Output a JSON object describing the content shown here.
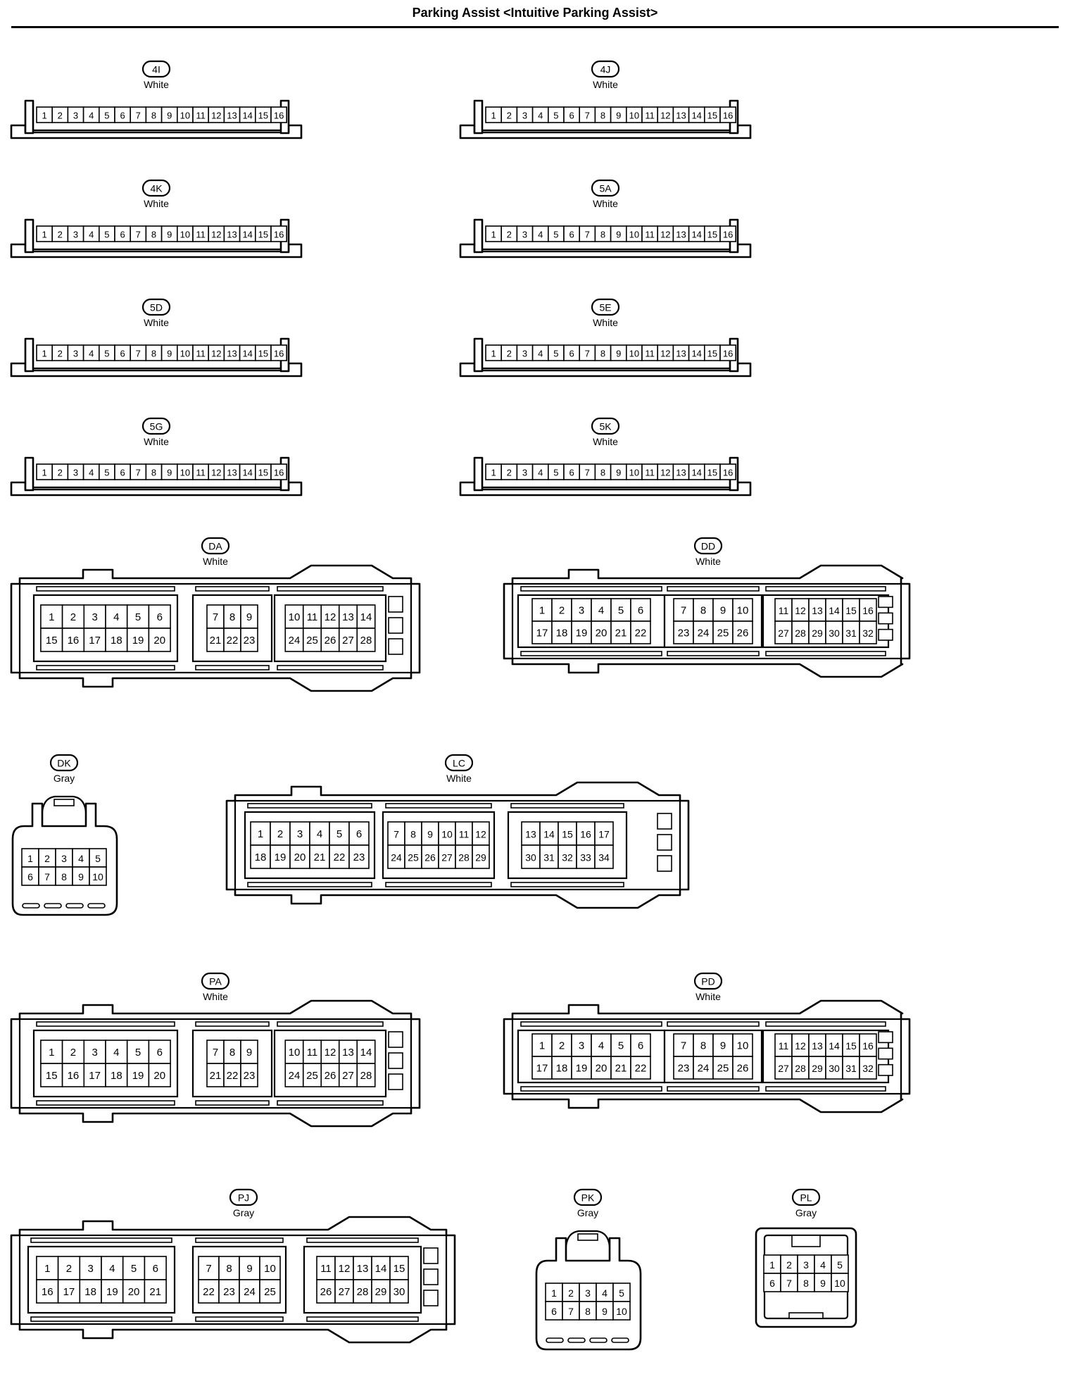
{
  "page": {
    "title": "Parking Assist <Intuitive Parking Assist>"
  },
  "connectors": [
    {
      "id": "4I",
      "color": "White",
      "pins": [
        "1",
        "2",
        "3",
        "4",
        "5",
        "6",
        "7",
        "8",
        "9",
        "10",
        "11",
        "12",
        "13",
        "14",
        "15",
        "16"
      ]
    },
    {
      "id": "4J",
      "color": "White",
      "pins": [
        "1",
        "2",
        "3",
        "4",
        "5",
        "6",
        "7",
        "8",
        "9",
        "10",
        "11",
        "12",
        "13",
        "14",
        "15",
        "16"
      ]
    },
    {
      "id": "4K",
      "color": "White",
      "pins": [
        "1",
        "2",
        "3",
        "4",
        "5",
        "6",
        "7",
        "8",
        "9",
        "10",
        "11",
        "12",
        "13",
        "14",
        "15",
        "16"
      ]
    },
    {
      "id": "5A",
      "color": "White",
      "pins": [
        "1",
        "2",
        "3",
        "4",
        "5",
        "6",
        "7",
        "8",
        "9",
        "10",
        "11",
        "12",
        "13",
        "14",
        "15",
        "16"
      ]
    },
    {
      "id": "5D",
      "color": "White",
      "pins": [
        "1",
        "2",
        "3",
        "4",
        "5",
        "6",
        "7",
        "8",
        "9",
        "10",
        "11",
        "12",
        "13",
        "14",
        "15",
        "16"
      ]
    },
    {
      "id": "5E",
      "color": "White",
      "pins": [
        "1",
        "2",
        "3",
        "4",
        "5",
        "6",
        "7",
        "8",
        "9",
        "10",
        "11",
        "12",
        "13",
        "14",
        "15",
        "16"
      ]
    },
    {
      "id": "5G",
      "color": "White",
      "pins": [
        "1",
        "2",
        "3",
        "4",
        "5",
        "6",
        "7",
        "8",
        "9",
        "10",
        "11",
        "12",
        "13",
        "14",
        "15",
        "16"
      ]
    },
    {
      "id": "5K",
      "color": "White",
      "pins": [
        "1",
        "2",
        "3",
        "4",
        "5",
        "6",
        "7",
        "8",
        "9",
        "10",
        "11",
        "12",
        "13",
        "14",
        "15",
        "16"
      ]
    },
    {
      "id": "DA",
      "color": "White",
      "groups": [
        {
          "top": [
            "1",
            "2",
            "3",
            "4",
            "5",
            "6"
          ],
          "bottom": [
            "15",
            "16",
            "17",
            "18",
            "19",
            "20"
          ]
        },
        {
          "top": [
            "7",
            "8",
            "9"
          ],
          "bottom": [
            "21",
            "22",
            "23"
          ]
        },
        {
          "top": [
            "10",
            "11",
            "12",
            "13",
            "14"
          ],
          "bottom": [
            "24",
            "25",
            "26",
            "27",
            "28"
          ]
        }
      ]
    },
    {
      "id": "DD",
      "color": "White",
      "groups": [
        {
          "top": [
            "1",
            "2",
            "3",
            "4",
            "5",
            "6"
          ],
          "bottom": [
            "17",
            "18",
            "19",
            "20",
            "21",
            "22"
          ]
        },
        {
          "top": [
            "7",
            "8",
            "9",
            "10"
          ],
          "bottom": [
            "23",
            "24",
            "25",
            "26"
          ]
        },
        {
          "top": [
            "11",
            "12",
            "13",
            "14",
            "15",
            "16"
          ],
          "bottom": [
            "27",
            "28",
            "29",
            "30",
            "31",
            "32"
          ]
        }
      ]
    },
    {
      "id": "DK",
      "color": "Gray",
      "top": [
        "1",
        "2",
        "3",
        "4",
        "5"
      ],
      "bottom": [
        "6",
        "7",
        "8",
        "9",
        "10"
      ]
    },
    {
      "id": "LC",
      "color": "White",
      "groups": [
        {
          "top": [
            "1",
            "2",
            "3",
            "4",
            "5",
            "6"
          ],
          "bottom": [
            "18",
            "19",
            "20",
            "21",
            "22",
            "23"
          ]
        },
        {
          "top": [
            "7",
            "8",
            "9",
            "10",
            "11",
            "12"
          ],
          "bottom": [
            "24",
            "25",
            "26",
            "27",
            "28",
            "29"
          ]
        },
        {
          "top": [
            "13",
            "14",
            "15",
            "16",
            "17"
          ],
          "bottom": [
            "30",
            "31",
            "32",
            "33",
            "34"
          ]
        }
      ]
    },
    {
      "id": "PA",
      "color": "White",
      "groups": [
        {
          "top": [
            "1",
            "2",
            "3",
            "4",
            "5",
            "6"
          ],
          "bottom": [
            "15",
            "16",
            "17",
            "18",
            "19",
            "20"
          ]
        },
        {
          "top": [
            "7",
            "8",
            "9"
          ],
          "bottom": [
            "21",
            "22",
            "23"
          ]
        },
        {
          "top": [
            "10",
            "11",
            "12",
            "13",
            "14"
          ],
          "bottom": [
            "24",
            "25",
            "26",
            "27",
            "28"
          ]
        }
      ]
    },
    {
      "id": "PD",
      "color": "White",
      "groups": [
        {
          "top": [
            "1",
            "2",
            "3",
            "4",
            "5",
            "6"
          ],
          "bottom": [
            "17",
            "18",
            "19",
            "20",
            "21",
            "22"
          ]
        },
        {
          "top": [
            "7",
            "8",
            "9",
            "10"
          ],
          "bottom": [
            "23",
            "24",
            "25",
            "26"
          ]
        },
        {
          "top": [
            "11",
            "12",
            "13",
            "14",
            "15",
            "16"
          ],
          "bottom": [
            "27",
            "28",
            "29",
            "30",
            "31",
            "32"
          ]
        }
      ]
    },
    {
      "id": "PJ",
      "color": "Gray",
      "groups": [
        {
          "top": [
            "1",
            "2",
            "3",
            "4",
            "5",
            "6"
          ],
          "bottom": [
            "16",
            "17",
            "18",
            "19",
            "20",
            "21"
          ]
        },
        {
          "top": [
            "7",
            "8",
            "9",
            "10"
          ],
          "bottom": [
            "22",
            "23",
            "24",
            "25"
          ]
        },
        {
          "top": [
            "11",
            "12",
            "13",
            "14",
            "15"
          ],
          "bottom": [
            "26",
            "27",
            "28",
            "29",
            "30"
          ]
        }
      ]
    },
    {
      "id": "PK",
      "color": "Gray",
      "top": [
        "1",
        "2",
        "3",
        "4",
        "5"
      ],
      "bottom": [
        "6",
        "7",
        "8",
        "9",
        "10"
      ]
    },
    {
      "id": "PL",
      "color": "Gray",
      "top": [
        "1",
        "2",
        "3",
        "4",
        "5"
      ],
      "bottom": [
        "6",
        "7",
        "8",
        "9",
        "10"
      ]
    }
  ]
}
